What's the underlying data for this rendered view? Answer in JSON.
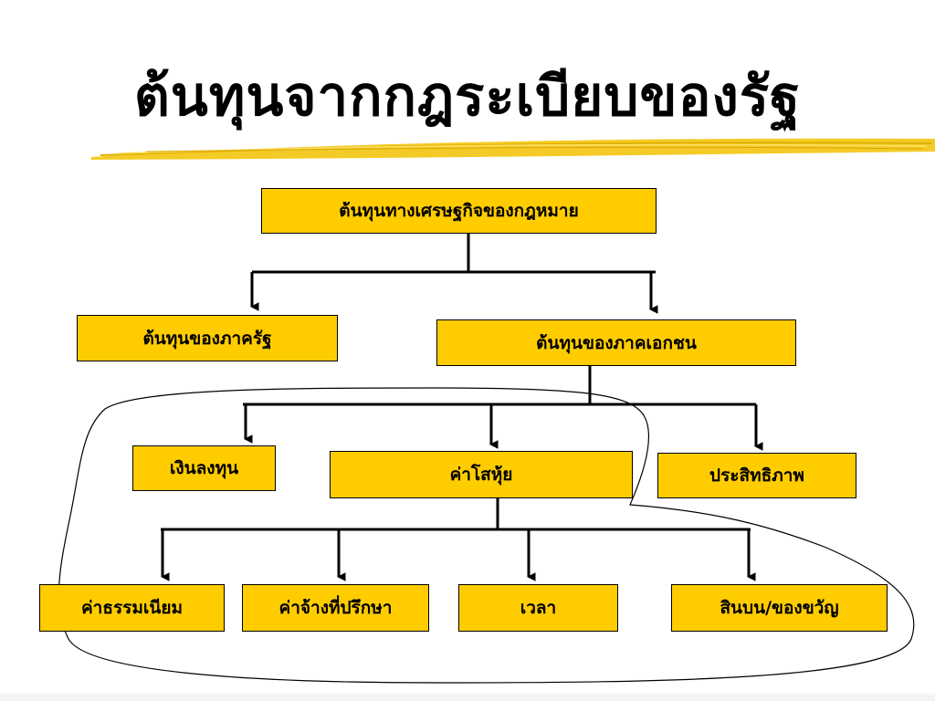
{
  "title": "ต้นทุนจากกฎระเบียบของรัฐ",
  "colors": {
    "box_fill": "#FFCC00",
    "brush_stroke": "#F2C200",
    "line": "#000000"
  },
  "nodes": {
    "root": "ต้นทุนทางเศรษฐกิจของกฎหมาย",
    "public_cost": "ต้นทุนของภาครัฐ",
    "private_cost": "ต้นทุนของภาคเอกชน",
    "investment": "เงินลงทุน",
    "sunk_cost": "ค่าโสหุ้ย",
    "efficiency": "ประสิทธิภาพ",
    "fees": "ค่าธรรมเนียม",
    "consultant_fee": "ค่าจ้างที่ปรึกษา",
    "time": "เวลา",
    "bribe": "สินบน/ของขวัญ"
  }
}
